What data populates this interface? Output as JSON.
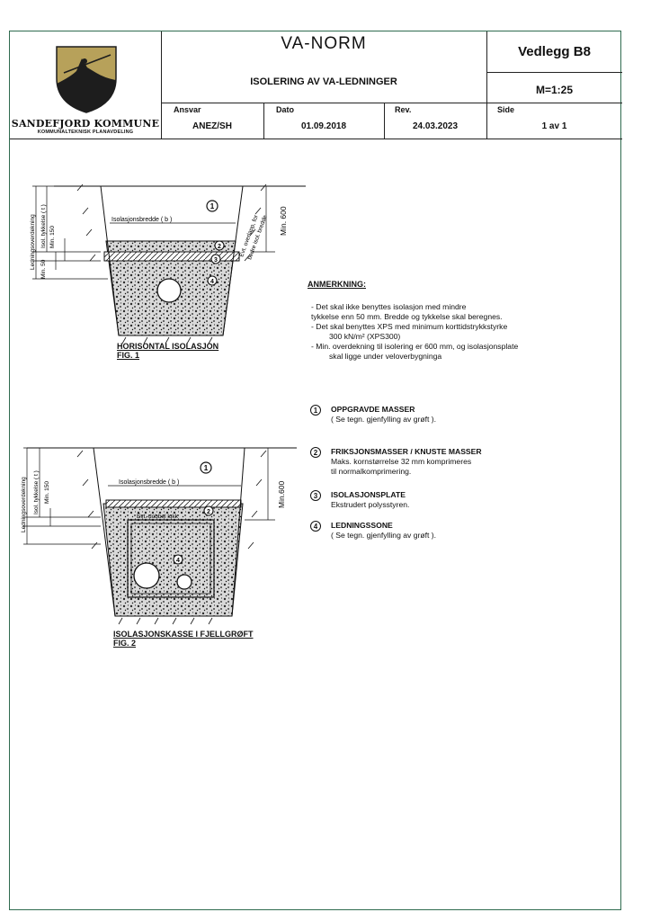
{
  "header": {
    "title": "VA-NORM",
    "subtitle": "ISOLERING AV VA-LEDNINGER",
    "attachment": "Vedlegg B8",
    "scale": "M=1:25",
    "municipality": "SANDEFJORD KOMMUNE",
    "department": "KOMMUNALTEKNISK PLANAVDELING",
    "fields": {
      "ansvar_label": "Ansvar",
      "ansvar_value": "ANEZ/SH",
      "dato_label": "Dato",
      "dato_value": "01.09.2018",
      "rev_label": "Rev.",
      "rev_value": "24.03.2023",
      "side_label": "Side",
      "side_value": "1 av 1"
    }
  },
  "fig1": {
    "caption_line1": "HORISONTAL ISOLASJON",
    "caption_line2": "FIG. 1",
    "width_label": "Isolasjonsbredde ( b )",
    "cover_label": "Min. 600",
    "label_overdekning": "Ledningsoverdekning",
    "label_tykkelse": "Isol. tykkelse ( t )",
    "label_min150": "Min. 150",
    "label_min50": "Min. 50",
    "side_label_1": "Evt. overlapp, for",
    "side_label_2": "bedre isol. bredde",
    "marker_1": "1",
    "marker_2": "2",
    "marker_3": "3",
    "marker_4": "4"
  },
  "fig2": {
    "caption_line1": "ISOLASJONSKASSE I FJELLGRØFT",
    "caption_line2": "FIG. 2",
    "width_label": "Isolasjonsbredde ( b )",
    "cover_label": "Min.600",
    "label_overdekning": "Ledningsoverdekning",
    "label_tykkelse": "Isol. tykkelse ( t )",
    "label_min150": "Min. 150",
    "inner_label": "Evt. dobbel lokk",
    "marker_1": "1",
    "marker_2": "2",
    "marker_4": "4"
  },
  "notes": {
    "title": "ANMERKNING:",
    "items": [
      "-    Det skal ikke benyttes isolasjon med mindre",
      "tykkelse enn 50 mm.  Bredde og tykkelse skal beregnes.",
      "-    Det skal benyttes XPS med minimum korttidstrykkstyrke",
      "300 kN/m² (XPS300)",
      "-    Min. overdekning til isolering er 600 mm, og isolasjonsplate",
      "skal ligge under veloverbygninga"
    ]
  },
  "legend": [
    {
      "num": "1",
      "title": "OPPGRAVDE MASSER",
      "desc1": "( Se tegn. gjenfylling av grøft ).",
      "desc2": ""
    },
    {
      "num": "2",
      "title": "FRIKSJONSMASSER / KNUSTE MASSER",
      "desc1": "Maks. kornstørrelse 32 mm komprimeres",
      "desc2": "til normalkomprimering."
    },
    {
      "num": "3",
      "title": "ISOLASJONSPLATE",
      "desc1": "Ekstrudert polysstyren.",
      "desc2": ""
    },
    {
      "num": "4",
      "title": "LEDNINGSSONE",
      "desc1": "( Se tegn. gjenfylling av grøft ).",
      "desc2": ""
    }
  ],
  "colors": {
    "frame": "#2f6b4f",
    "shield_gold": "#b7a15a",
    "shield_dark": "#1d1d1d"
  }
}
